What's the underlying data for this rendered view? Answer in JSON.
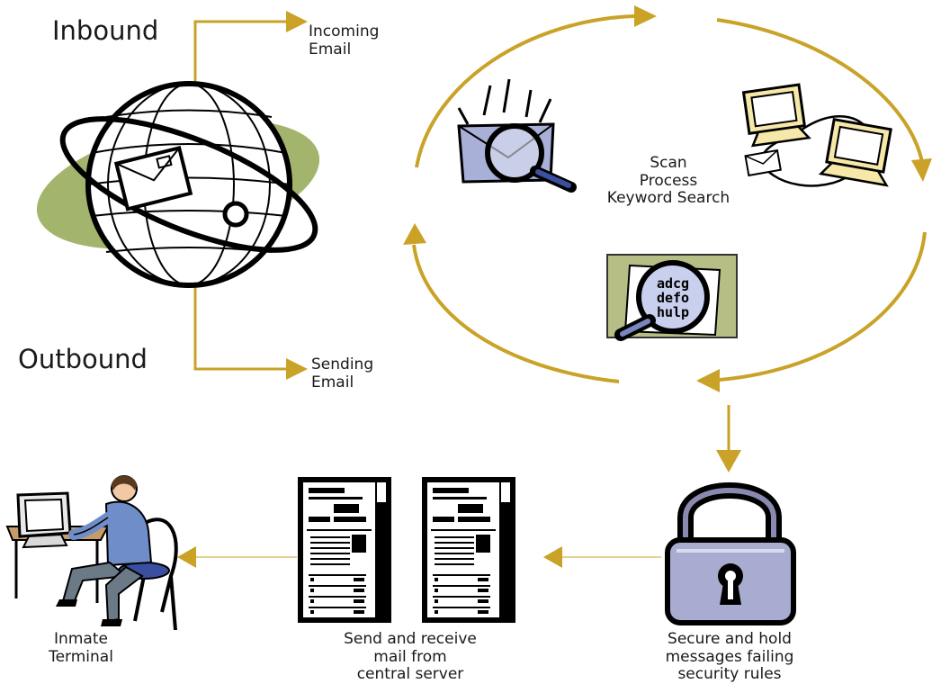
{
  "colors": {
    "arrow": "#c9a227",
    "globe_band": "#a3b56d",
    "monitor": "#f5e8a8",
    "lock_body": "#a8acd0",
    "ink": "#000000"
  },
  "inbound": {
    "title": "Inbound",
    "label": "Incoming\nEmail"
  },
  "outbound": {
    "title": "Outbound",
    "label": "Sending\nEmail"
  },
  "process": {
    "label": "Scan\nProcess\nKeyword Search"
  },
  "magnifier_text": [
    "adcg",
    "defo",
    "hulp"
  ],
  "secure": {
    "label": "Secure and hold\nmessages failing\nsecurity rules"
  },
  "server": {
    "label": "Send and receive\nmail from\ncentral server"
  },
  "terminal": {
    "label": "Inmate\nTerminal"
  },
  "icons": [
    "globe-envelope-icon",
    "envelope-magnifier-icon",
    "networked-computers-icon",
    "document-magnifier-icon",
    "padlock-icon",
    "server-rack-icon",
    "person-at-computer-icon"
  ]
}
